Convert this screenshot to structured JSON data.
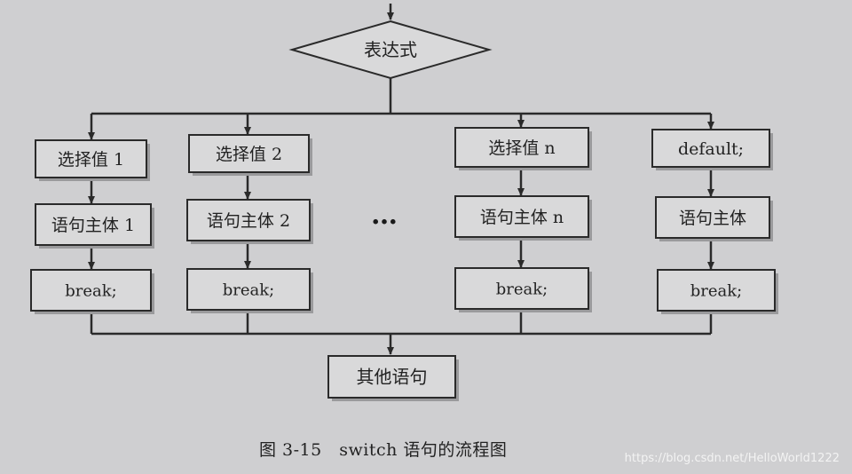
{
  "diagram": {
    "decision": "表达式",
    "columns": [
      {
        "case": "选择值 1",
        "body": "语句主体 1",
        "break": "break;"
      },
      {
        "case": "选择值 2",
        "body": "语句主体 2",
        "break": "break;"
      },
      {
        "case": "选择值 n",
        "body": "语句主体 n",
        "break": "break;"
      },
      {
        "case": "default;",
        "body": "语句主体",
        "break": "break;"
      }
    ],
    "ellipsis": "…",
    "next": "其他语句"
  },
  "caption": "图 3-15　switch 语句的流程图",
  "watermark": "https://blog.csdn.net/HelloWorld1222"
}
